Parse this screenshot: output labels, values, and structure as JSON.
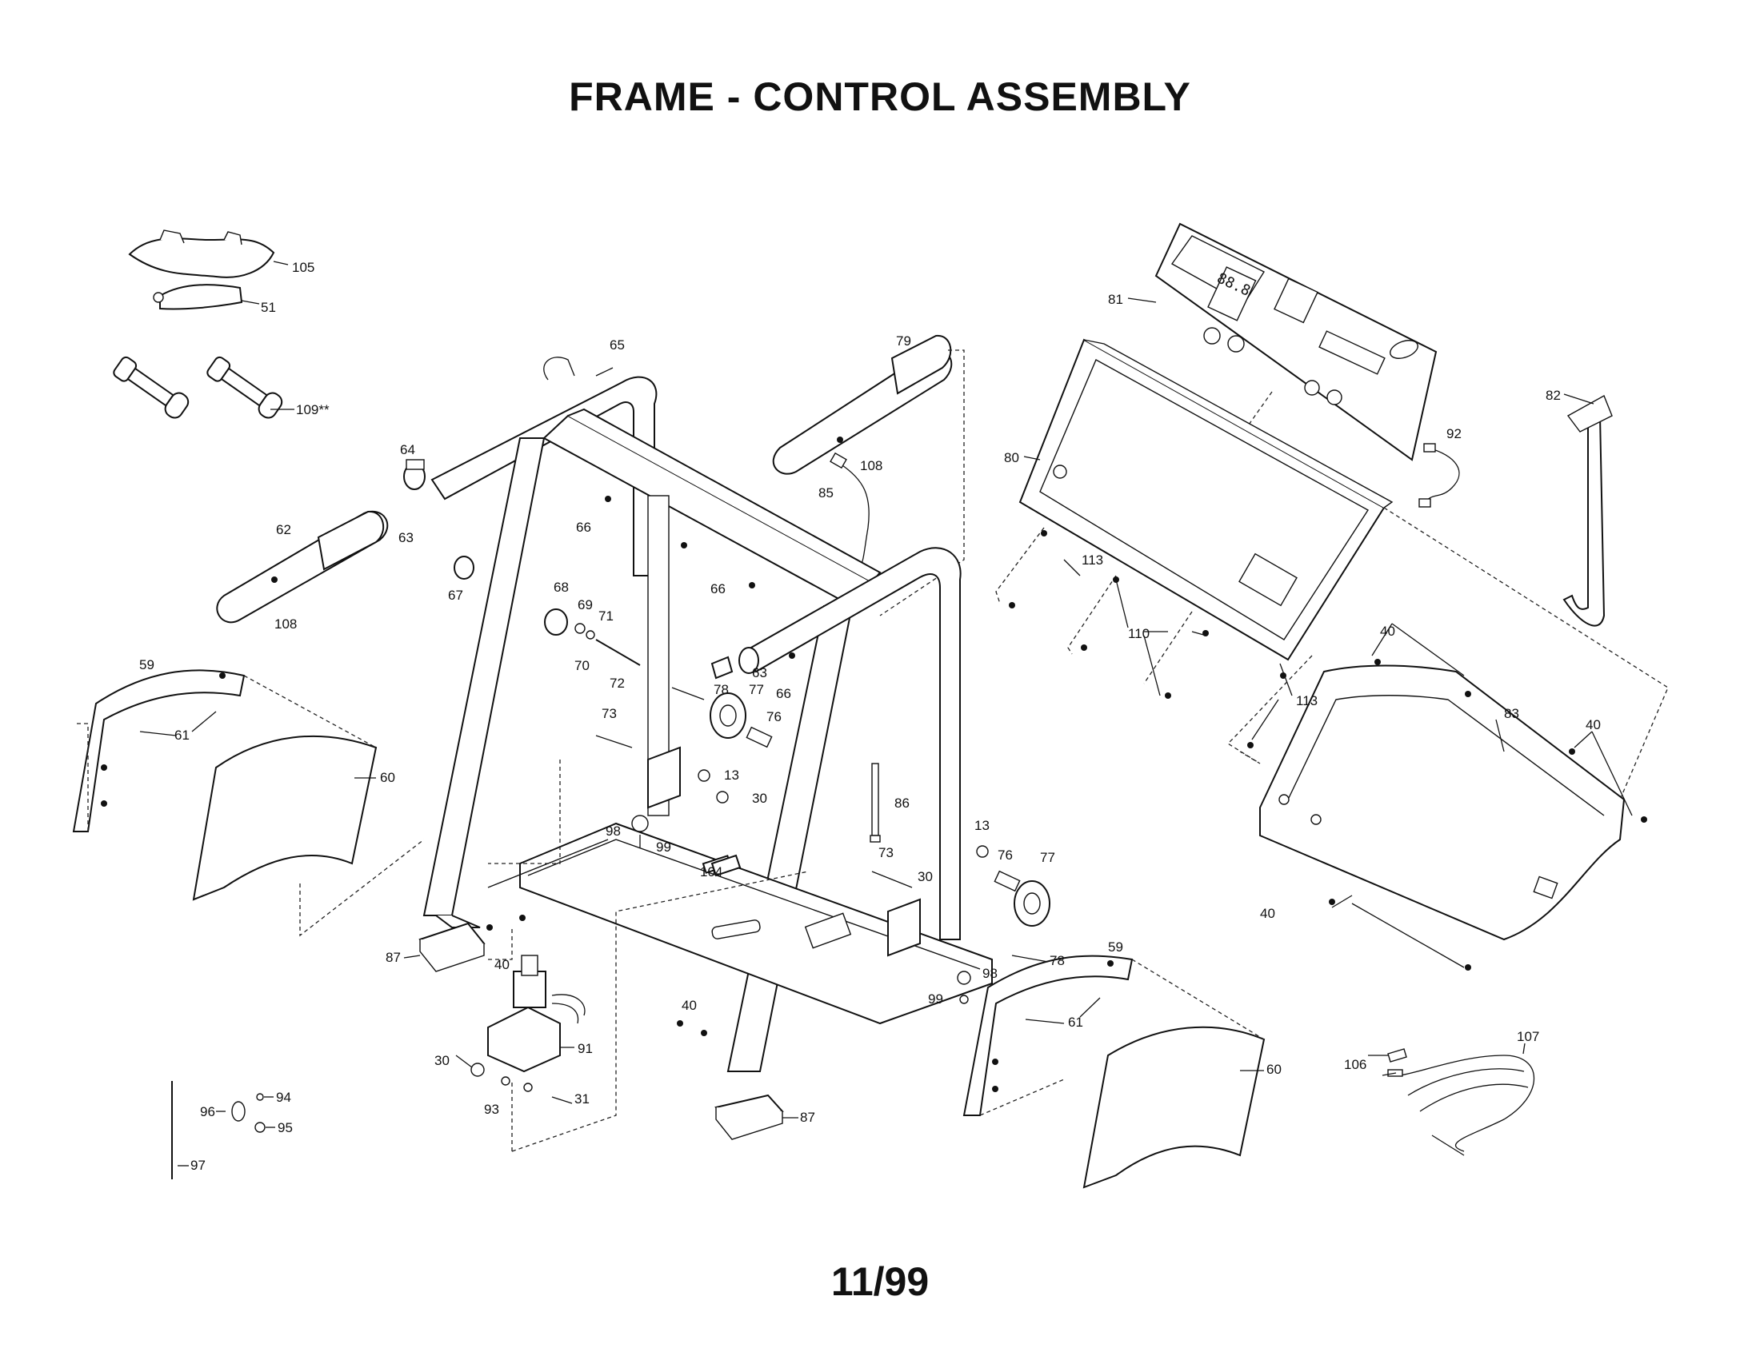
{
  "title": "FRAME - CONTROL ASSEMBLY",
  "page_number": "11/99",
  "display_digits": "88.8",
  "callouts": [
    {
      "id": "c105",
      "label": "105"
    },
    {
      "id": "c51",
      "label": "51"
    },
    {
      "id": "c109",
      "label": "109**"
    },
    {
      "id": "c65",
      "label": "65"
    },
    {
      "id": "c79",
      "label": "79"
    },
    {
      "id": "c64",
      "label": "64"
    },
    {
      "id": "c63a",
      "label": "63"
    },
    {
      "id": "c62",
      "label": "62"
    },
    {
      "id": "c108a",
      "label": "108"
    },
    {
      "id": "c108b",
      "label": "108"
    },
    {
      "id": "c85",
      "label": "85"
    },
    {
      "id": "c66a",
      "label": "66"
    },
    {
      "id": "c66b",
      "label": "66"
    },
    {
      "id": "c66c",
      "label": "66"
    },
    {
      "id": "c67",
      "label": "67"
    },
    {
      "id": "c68",
      "label": "68"
    },
    {
      "id": "c69",
      "label": "69"
    },
    {
      "id": "c70",
      "label": "70"
    },
    {
      "id": "c71",
      "label": "71"
    },
    {
      "id": "c72",
      "label": "72"
    },
    {
      "id": "c63b",
      "label": "63"
    },
    {
      "id": "c78a",
      "label": "78"
    },
    {
      "id": "c77a",
      "label": "77"
    },
    {
      "id": "c76a",
      "label": "76"
    },
    {
      "id": "c73a",
      "label": "73"
    },
    {
      "id": "c13a",
      "label": "13"
    },
    {
      "id": "c30a",
      "label": "30"
    },
    {
      "id": "c98a",
      "label": "98"
    },
    {
      "id": "c99a",
      "label": "99"
    },
    {
      "id": "c104",
      "label": "104"
    },
    {
      "id": "c86",
      "label": "86"
    },
    {
      "id": "c13b",
      "label": "13"
    },
    {
      "id": "c76b",
      "label": "76"
    },
    {
      "id": "c77b",
      "label": "77"
    },
    {
      "id": "c73b",
      "label": "73"
    },
    {
      "id": "c30b",
      "label": "30"
    },
    {
      "id": "c78b",
      "label": "78"
    },
    {
      "id": "c98b",
      "label": "98"
    },
    {
      "id": "c99b",
      "label": "99"
    },
    {
      "id": "c59a",
      "label": "59"
    },
    {
      "id": "c61a",
      "label": "61"
    },
    {
      "id": "c60a",
      "label": "60"
    },
    {
      "id": "c59b",
      "label": "59"
    },
    {
      "id": "c61b",
      "label": "61"
    },
    {
      "id": "c60b",
      "label": "60"
    },
    {
      "id": "c87a",
      "label": "87"
    },
    {
      "id": "c87b",
      "label": "87"
    },
    {
      "id": "c40a",
      "label": "40"
    },
    {
      "id": "c40b",
      "label": "40"
    },
    {
      "id": "c40c",
      "label": "40"
    },
    {
      "id": "c40d",
      "label": "40"
    },
    {
      "id": "c40e",
      "label": "40"
    },
    {
      "id": "c91",
      "label": "91"
    },
    {
      "id": "c30c",
      "label": "30"
    },
    {
      "id": "c93",
      "label": "93"
    },
    {
      "id": "c31",
      "label": "31"
    },
    {
      "id": "c94",
      "label": "94"
    },
    {
      "id": "c96",
      "label": "96"
    },
    {
      "id": "c95",
      "label": "95"
    },
    {
      "id": "c97",
      "label": "97"
    },
    {
      "id": "c81",
      "label": "81"
    },
    {
      "id": "c80",
      "label": "80"
    },
    {
      "id": "c82",
      "label": "82"
    },
    {
      "id": "c92",
      "label": "92"
    },
    {
      "id": "c113a",
      "label": "113"
    },
    {
      "id": "c113b",
      "label": "113"
    },
    {
      "id": "c110",
      "label": "110"
    },
    {
      "id": "c83",
      "label": "83"
    },
    {
      "id": "c106",
      "label": "106"
    },
    {
      "id": "c107",
      "label": "107"
    }
  ]
}
